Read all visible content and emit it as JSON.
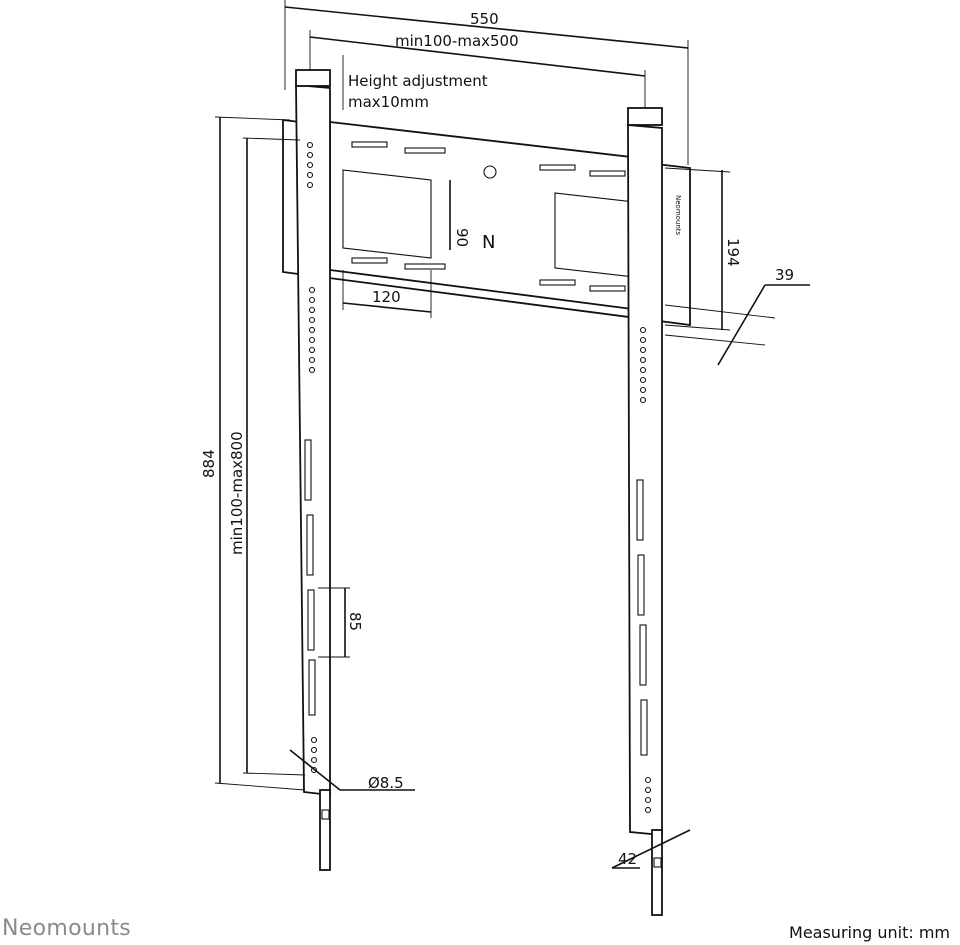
{
  "brand": "Neomounts",
  "unit_note": "Measuring unit: mm",
  "dimensions": {
    "overall_width": "550",
    "vesa_width": "min100-max500",
    "height_adjust_line1": "Height adjustment",
    "height_adjust_line2": "max10mm",
    "overall_height": "884",
    "vesa_height": "min100-max800",
    "plate_slot_height": "90",
    "plate_slot_width": "120",
    "plate_height": "194",
    "wall_distance": "39",
    "slot_pitch": "85",
    "hole_diameter": "Ø8.5",
    "upright_width": "42"
  },
  "plate_label": "Neomounts",
  "marks": {
    "logo_mark": "N"
  }
}
